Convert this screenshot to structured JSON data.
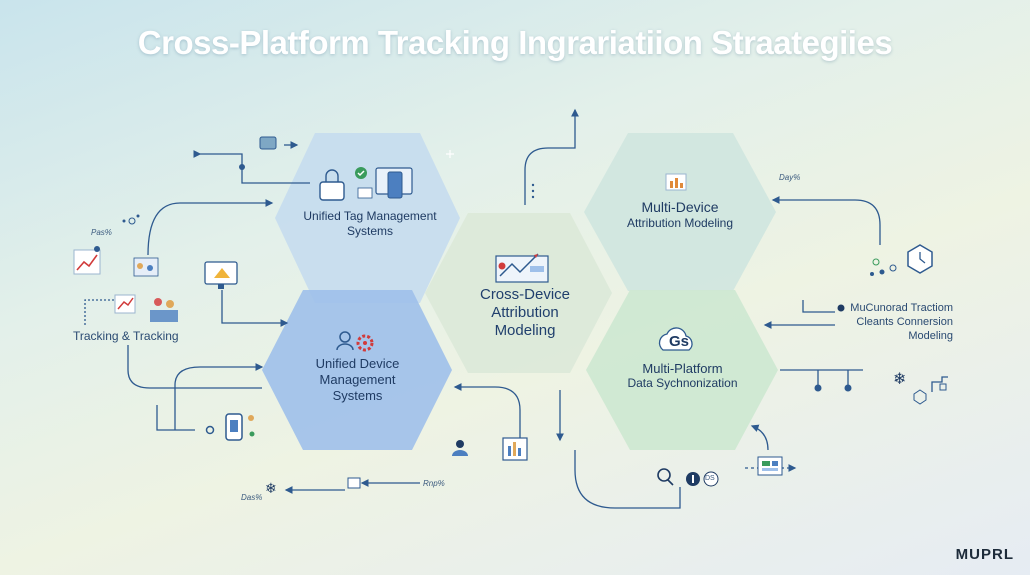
{
  "title": "Cross-Platform Tracking Ingrariatiion Straategiies",
  "hexes": {
    "tag_mgmt": "Unified Tag Management Systems",
    "device_mgmt": "Unified Device Management Systems",
    "center": "Cross-Device Attribution Modeling",
    "multi_device_title": "Multi-Device",
    "multi_device_sub": "Attribution Modeling",
    "data_sync_title": "Multi-Platform",
    "data_sync_sub": "Data Sychnonization",
    "gs_badge": "Gs"
  },
  "labels": {
    "tracking": "Tracking & Tracking",
    "pas": "Pas%",
    "das": "Das%",
    "rnp": "Rnp%",
    "day": "Day%",
    "right_block_1": "MuCunorad Tractiom",
    "right_block_2": "Cleants Connersion",
    "right_block_3": "Modeling",
    "ds": "DS"
  },
  "brand": "MUPRL",
  "colors": {
    "hex_tag": "#c5dcee",
    "hex_device": "#9fc0ea",
    "hex_center": "#dbe9d8",
    "hex_multi": "#cfe6df",
    "hex_sync": "#cfe8d2",
    "line": "#2e5a8f"
  }
}
